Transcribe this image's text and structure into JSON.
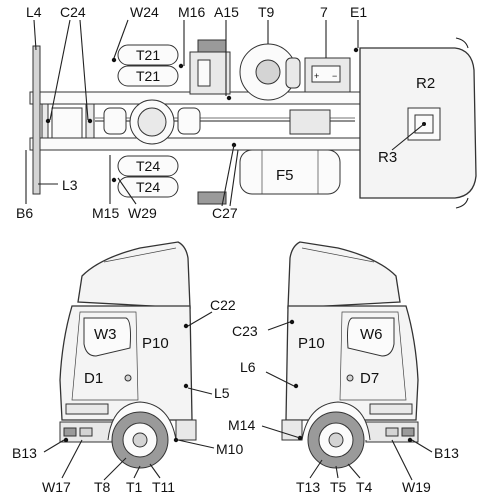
{
  "labels": {
    "top": {
      "l4": "L4",
      "c24": "C24",
      "w24": "W24",
      "m16": "M16",
      "a15": "A15",
      "t9": "T9",
      "n7": "7",
      "e1": "E1",
      "t21": "T21",
      "t24": "T24",
      "r2": "R2",
      "r3": "R3",
      "f5": "F5",
      "l3": "L3",
      "b6": "B6",
      "m15": "M15",
      "w29": "W29",
      "c27": "C27"
    },
    "left": {
      "c22": "C22",
      "w3": "W3",
      "p10": "P10",
      "d1": "D1",
      "l5": "L5",
      "m10": "M10",
      "b13": "B13",
      "w17": "W17",
      "t8": "T8",
      "t1": "T1",
      "t11": "T11"
    },
    "right": {
      "c23": "C23",
      "p10": "P10",
      "w6": "W6",
      "l6": "L6",
      "d7": "D7",
      "m14": "M14",
      "b13": "B13",
      "t13": "T13",
      "t5": "T5",
      "t4": "T4",
      "w19": "W19"
    }
  }
}
